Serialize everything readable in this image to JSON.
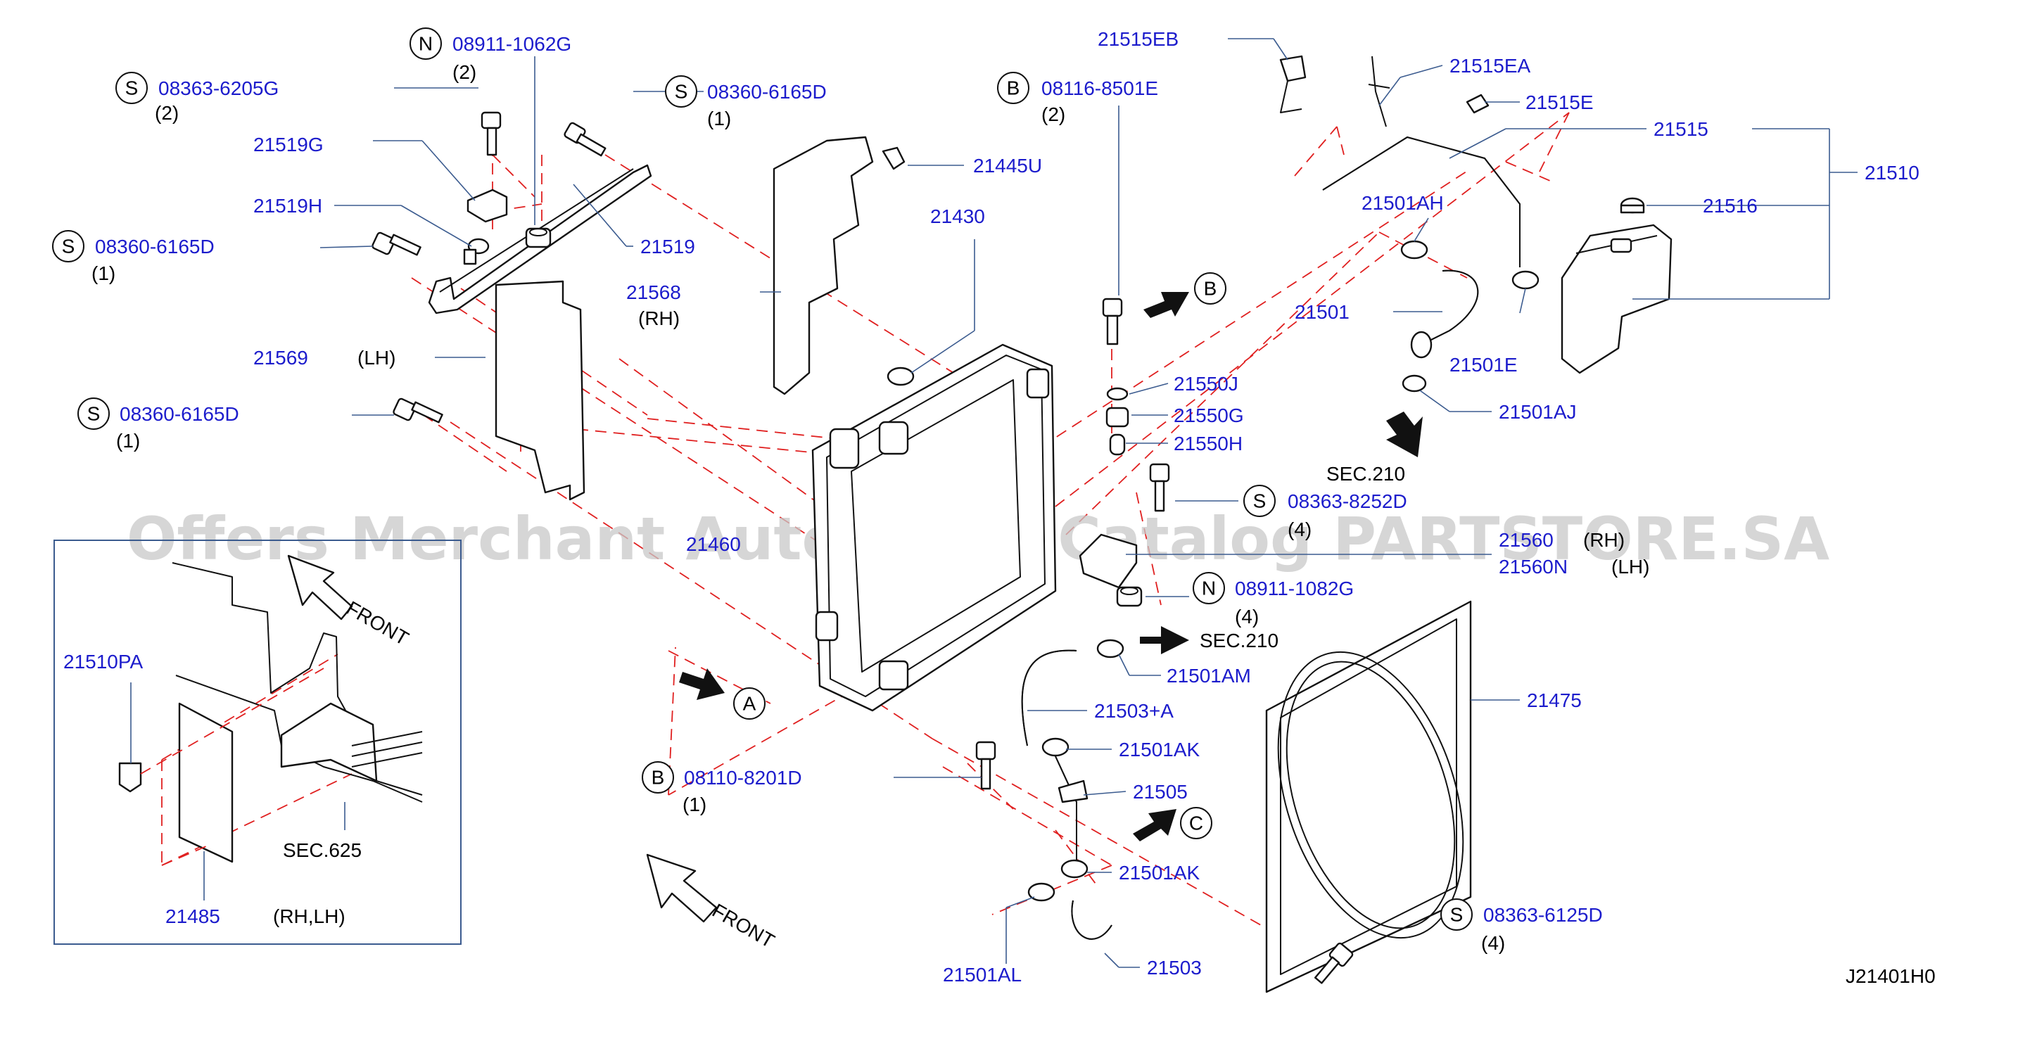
{
  "colors": {
    "part_number": "#1c1ccc",
    "text": "#000000",
    "leader": "#3b5b8f",
    "dash": "#e02020",
    "watermark": "#c8c8c8"
  },
  "watermark": "Offers Merchant Auto Parts Catalog PARTSTORE.SA",
  "diagram_code": "J21401H0",
  "inset": {
    "front_label": "FRONT",
    "labels": {
      "p21510PA": "21510PA",
      "sec625": "SEC.625",
      "p21485": "21485",
      "rhlh": "(RH,LH)"
    }
  },
  "front_main": "FRONT",
  "view_letters": {
    "A": "A",
    "B": "B",
    "C": "C"
  },
  "sec_labels": {
    "sec210_top": "SEC.210",
    "sec210_mid": "SEC.210"
  },
  "callouts": [
    {
      "id": "n1",
      "prefix": "N",
      "text": "08911-1062G",
      "qty": "(2)"
    },
    {
      "id": "s1",
      "prefix": "S",
      "text": "08363-6205G",
      "qty": "(2)"
    },
    {
      "id": "s2",
      "prefix": "S",
      "text": "08360-6165D",
      "qty": "(1)"
    },
    {
      "id": "s3",
      "prefix": "S",
      "text": "08360-6165D",
      "qty": "(1)"
    },
    {
      "id": "s4",
      "prefix": "S",
      "text": "08360-6165D",
      "qty": "(1)"
    },
    {
      "id": "b1",
      "prefix": "B",
      "text": "08116-8501E",
      "qty": "(2)"
    },
    {
      "id": "s5",
      "prefix": "S",
      "text": "08363-8252D",
      "qty": "(4)"
    },
    {
      "id": "n2",
      "prefix": "N",
      "text": "08911-1082G",
      "qty": "(4)"
    },
    {
      "id": "b2",
      "prefix": "B",
      "text": "08110-8201D",
      "qty": "(1)"
    },
    {
      "id": "s6",
      "prefix": "S",
      "text": "08363-6125D",
      "qty": "(4)"
    }
  ],
  "parts": {
    "p21519G": "21519G",
    "p21519H": "21519H",
    "p21519": "21519",
    "p21568": "21568",
    "p21568side": "(RH)",
    "p21569": "21569",
    "p21569side": "(LH)",
    "p21445U": "21445U",
    "p21430": "21430",
    "p21460": "21460",
    "p21515EB": "21515EB",
    "p21515EA": "21515EA",
    "p21515E": "21515E",
    "p21515": "21515",
    "p21510": "21510",
    "p21516": "21516",
    "p21501AH": "21501AH",
    "p21501": "21501",
    "p21501E": "21501E",
    "p21501AJ": "21501AJ",
    "p21550J": "21550J",
    "p21550G": "21550G",
    "p21550H": "21550H",
    "p21560": "21560",
    "p21560side": "(RH)",
    "p21560N": "21560N",
    "p21560Nside": "(LH)",
    "p21501AM": "21501AM",
    "p21503A": "21503+A",
    "p21501AK1": "21501AK",
    "p21505": "21505",
    "p21501AK2": "21501AK",
    "p21501AL": "21501AL",
    "p21503": "21503",
    "p21475": "21475"
  }
}
